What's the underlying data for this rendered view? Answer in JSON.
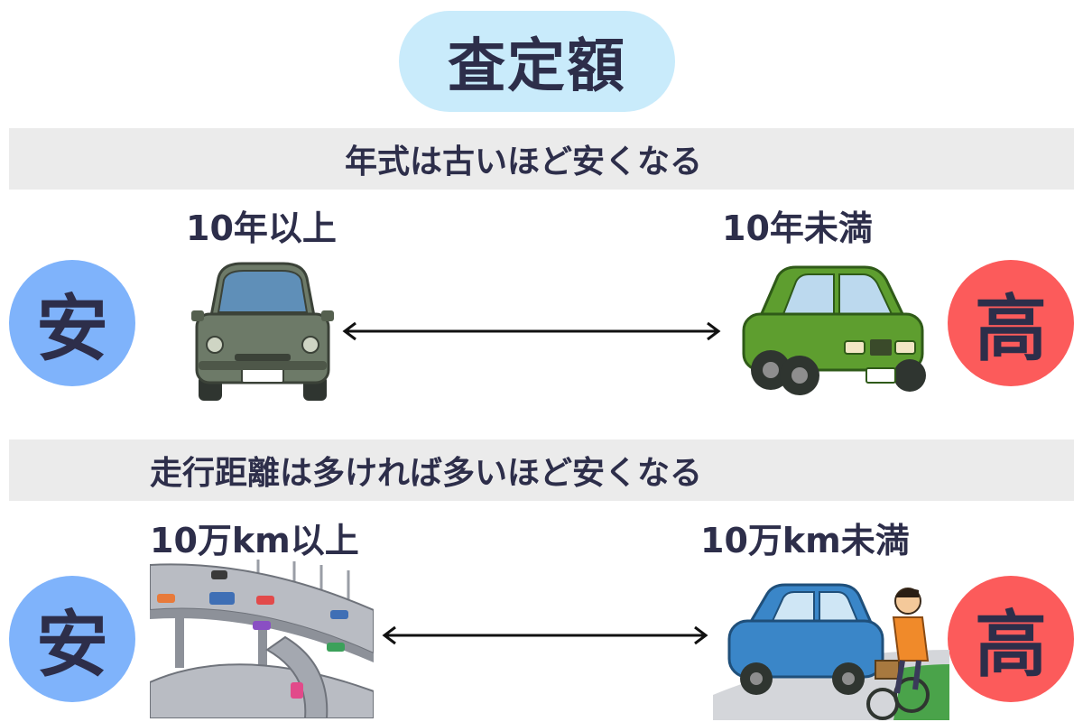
{
  "title": "査定額",
  "section_year": {
    "heading": "年式は古いほど安くなる",
    "left_label": "10年以上",
    "right_label": "10年未満",
    "left_badge": "安",
    "right_badge": "高"
  },
  "section_mileage": {
    "heading": "走行距離は多ければ多いほど安くなる",
    "left_label": "10万km以上",
    "right_label": "10万km未満",
    "left_badge": "安",
    "right_badge": "高"
  },
  "colors": {
    "title_bg": "#c9ebfb",
    "band_bg": "#ebebeb",
    "cheap": "#7fb3fb",
    "high": "#fc5b5b",
    "text": "#2d2e4a"
  },
  "icons": {
    "old_car": "old-car-icon",
    "new_car": "green-car-icon",
    "highway": "highway-icon",
    "blue_car_cyclist": "blue-car-cyclist-icon",
    "arrow": "double-arrow-icon"
  }
}
